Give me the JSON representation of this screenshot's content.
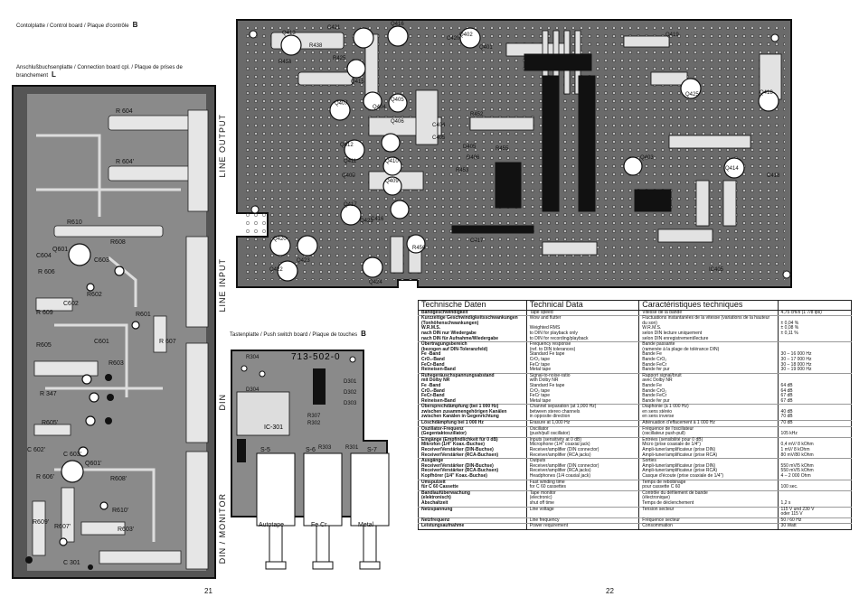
{
  "captions": {
    "control_board": "Contolplatte / Control board / Plaque d'contrôle",
    "control_board_letter": "B",
    "connection_board": "Anschlußbuchsenplatte / Connection board cpl. / Plaque de prises de branchement",
    "connection_board_letter": "L",
    "push_switch_board": "Tastenplatte / Push switch board / Plaque de touches",
    "push_switch_board_letter": "B"
  },
  "connection_labels": {
    "line_output": "LINE OUTPUT",
    "line_input": "LINE INPUT",
    "din": "DIN",
    "din_monitor": "DIN / MONITOR"
  },
  "board_code": "713-502-0",
  "button_labels": [
    "Autotape",
    "Fe Cr",
    "Metal"
  ],
  "switch_labels": [
    "S-5",
    "S-6",
    "S-7"
  ],
  "ic_label": "IC-301",
  "component_labels": {
    "connection_board": [
      "R 604",
      "R 604'",
      "R610",
      "R608",
      "C604",
      "Q601",
      "C603",
      "R 606",
      "R602",
      "C602",
      "R 609",
      "R601",
      "C601",
      "R603",
      "R605",
      "R 607",
      "R 347",
      "R605'",
      "C 602'",
      "C 603'",
      "Q601'",
      "R 606'",
      "R608'",
      "R610'",
      "R609'",
      "R607'",
      "R603'",
      "C 301"
    ],
    "control_board": [
      "Q413",
      "Q416",
      "R438",
      "R425",
      "R436",
      "Q415",
      "Q402",
      "Q401",
      "Q404",
      "Q405",
      "Q406",
      "Q407",
      "Q412",
      "Q411",
      "Q410",
      "Q409",
      "Q408",
      "Q417",
      "Q418",
      "Q420",
      "Q421",
      "Q422",
      "Q423",
      "Q424",
      "Q425",
      "Q419",
      "Q414",
      "Q403",
      "C420",
      "C421",
      "C416",
      "C417",
      "C418",
      "C404",
      "C405",
      "D405",
      "D406",
      "R452",
      "R453",
      "R455",
      "R456",
      "IC405"
    ],
    "push_switch_board": [
      "R304",
      "D304",
      "D301",
      "D302",
      "D303",
      "R303",
      "R301",
      "R302",
      "R307"
    ]
  },
  "page_numbers": {
    "left": "21",
    "right": "22"
  },
  "spec_table": {
    "headers": [
      "Technische Daten",
      "Technical Data",
      "Caractéristiques techniques",
      ""
    ],
    "rows": [
      [
        "Bandgeschwindigkeit",
        "Tape speed",
        "Vitesse de la bande",
        "4,75 cm/s   (1 7/8 ips)"
      ],
      [
        "Kurzzeitige Geschwindigkeitsschwankungen (Tonhöhenschwankungen)\nW.R.M.S.\nnach DIN nur Wiedergabe\nnach DIN für Aufnahme/Wiedergabe",
        "Wow and flutter\n\nWeighted RMS\nto DIN for playback only\nto DIN for recording/playback",
        "Fluctuations instantanées de la vitesse (variations de la hauteur du son)\nW.R.M.S.\nselon DIN lecture uniquement\nselon DIN enregistrement/lecture",
        "\n± 0,04 %\n± 0,08 %\n± 0,11 %"
      ],
      [
        "Übertragungsbereich\n(bezogen auf DIN-Toleranzfeld)\nFe   -Band\nCrO₂-Band\nFeCr-Band\nReineisen-Band",
        "Frequency response\n(ref. to DIN tolerances)\nStandard Fe tape\nCrO₂ tape\nFeCr tape\nMetal tape",
        "Bande passante\n(ramenée à la plage de tolérance DIN)\nBande Fe\nBande CrO₂\nBande FeCr\nBande fer pur",
        "\n\n30 – 16 000 Hz\n30 – 17 000 Hz\n30 – 18 000 Hz\n30 – 19 000 Hz"
      ],
      [
        "Ruhegeräuschspannungsabstand\nmit Dolby NR\nFe   -Band\nCrO₂-Band\nFeCr-Band\nReineisen-Band",
        "Signal-to-noise-ratio\nwith Dolby NR\nStandard Fe tape\nCrO₂ tape\nFeCr tape\nMetal tape",
        "Rapport signal/bruit\navec Dolby NR\nBande Fe\nBande CrO₂\nBande FeCr\nBande fer pur",
        "\n\n64 dB\n64 dB\n67 dB\n67 dB"
      ],
      [
        "Übersprechdämpfung (bei 1 000 Hz)\nzwischen zusammengehörigen Kanälen\nzwischen Kanälen in Gegenrichtung",
        "Channel separation (at 1,000 Hz)\nbetween stereo channels\nin opposite direction",
        "Diaphonie (à 1 000 Hz)\nen sens stéréo\nen sens inverse",
        "\n40 dB\n70 dB"
      ],
      [
        "Löschdämpfung bei 1 000 Hz",
        "Erasure at 1,000 Hz",
        "Atténuation d'effacement à 1 000 Hz",
        "70 dB"
      ],
      [
        "Oszillator-Frequenz\n(Gegentaktoszillator)",
        "Oscillator\n(push/pull oscillator)",
        "Fréquence de l'oscillateur\n(oscillateur push-pull)",
        "\n105 kHz"
      ],
      [
        "Eingänge (Empfindlichkeit für 0 dB)\nMikrofon (1/4\" Koax.-Buchse)\nReceiver/Verstärker (DIN-Buchse)\nReceiver/Verstärker (RCA-Buchsen)",
        "Inputs (sensitivity at 0 dB)\nMicrophone (1/4\" coaxial jack)\nReceiver/amplifier (DIN connector)\nReceiver/amplifier (RCA jacks)",
        "Entrées (sensibilité pour 0 dB)\nMicro (prise coaxiale de 1/4\")\nAmpli-tuner/amplificateur (prise DIN)\nAmpli-tuner/amplificateur (prise RCA)",
        "\n0,4 mV/ 8 kOhm\n1 mV/ 8 kOhm\n80 mV/80 kOhm"
      ],
      [
        "Ausgänge\nReceiver/Verstärker (DIN-Buchse)\nReceiver/Verstärker (RCA-Buchsen)\nKopfhörer (1/4\" Koax.-Buchse)",
        "Outputs\nReceiver/amplifier (DIN connector)\nReceiver/amplifier (RCA jacks)\nHeadphones (1/4 coaxial jack)",
        "Sorties\nAmpli-tuner/amplificateur (prise DIN)\nAmpli-tuner/amplificateur (prise RCA)\nCasque d'écoute (prise coaxiale de 1/4\")",
        "\n550 mV/5 kOhm\n550 mV/5 kOhm\n4 – 2 000 Ohm"
      ],
      [
        "Umspulzeit\nfür C 60 Cassette",
        "Fast winding time\nfor C 60 cassettes",
        "Temps de rebobinage\npour cassette C 60",
        "\n100 sec."
      ],
      [
        "Bandlaufüberwachung\n(elektronisch)\nAbschaltzeit",
        "Tape monitor\n(electronic)\nshut off time",
        "Contrôle du défilement de bande\n(électronique)\nTemps de déclenchement",
        "\n\n1,2 s"
      ],
      [
        "Netzspannung",
        "Line voltage",
        "Tension secteur",
        "115 V und 230 V\noder 115 V"
      ],
      [
        "Netzfrequenz",
        "Line frequency",
        "Fréquence secteur",
        "50 / 60 Hz"
      ],
      [
        "Leistungsaufnahme",
        "Power requirement",
        "Consommation",
        "30 Watt"
      ]
    ]
  }
}
